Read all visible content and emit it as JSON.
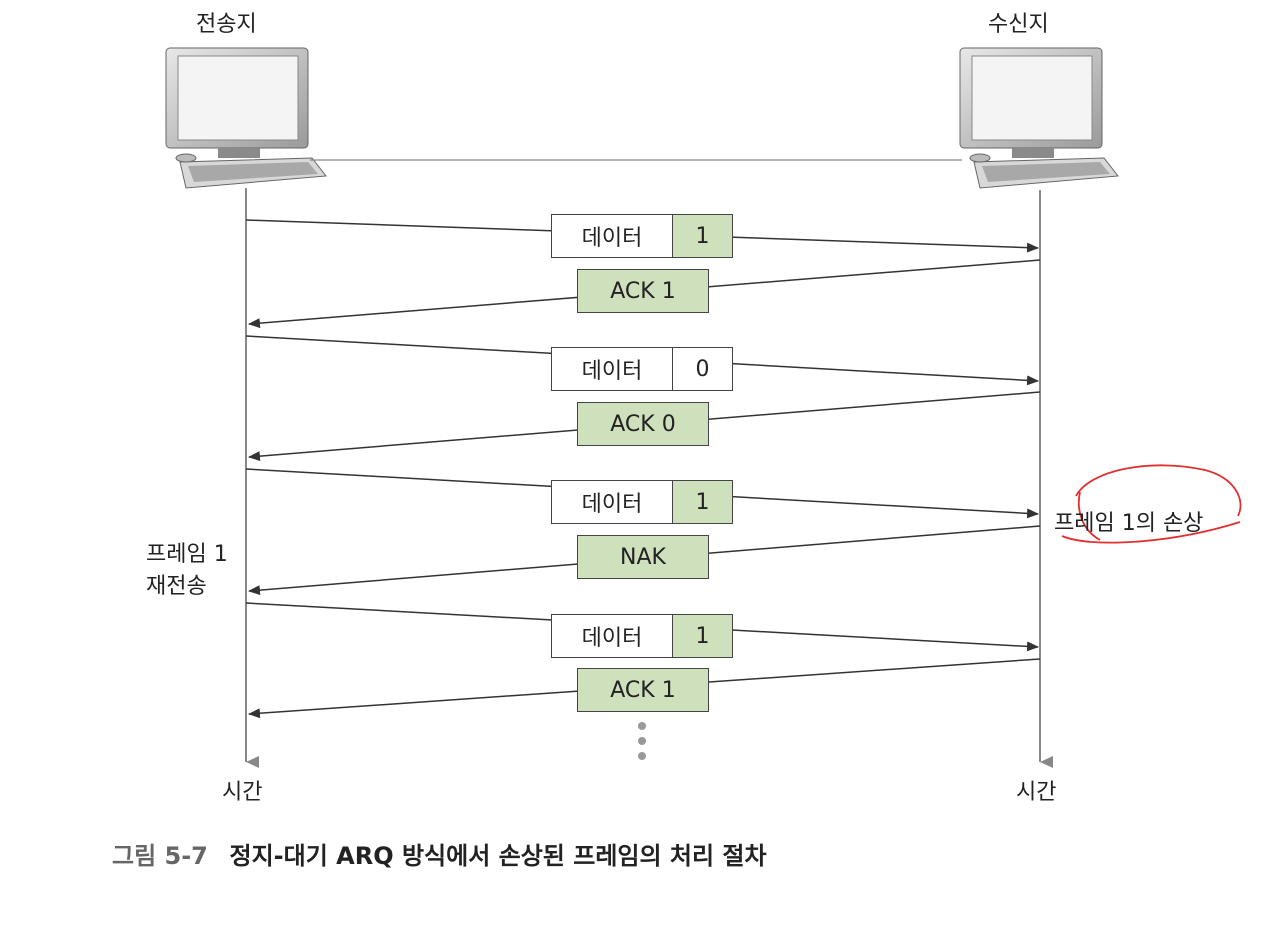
{
  "sender": {
    "label": "전송지",
    "time_label": "시간"
  },
  "receiver": {
    "label": "수신지",
    "time_label": "시간"
  },
  "frames": [
    {
      "label": "데이터",
      "seq": "1"
    },
    {
      "label": "데이터",
      "seq": "0"
    },
    {
      "label": "데이터",
      "seq": "1"
    },
    {
      "label": "데이터",
      "seq": "1"
    }
  ],
  "responses": [
    "ACK 1",
    "ACK 0",
    "NAK",
    "ACK 1"
  ],
  "annotations": {
    "retransmit_line1": "프레임 1",
    "retransmit_line2": "재전송",
    "damage": "프레임 1의 손상"
  },
  "caption": {
    "number": "그림 5-7",
    "title": "정지-대기 ARQ 방식에서 손상된 프레임의 처리 절차"
  },
  "colors": {
    "frame_fill": "#cfe0bd",
    "line": "#333333",
    "highlight": "#e03030"
  }
}
